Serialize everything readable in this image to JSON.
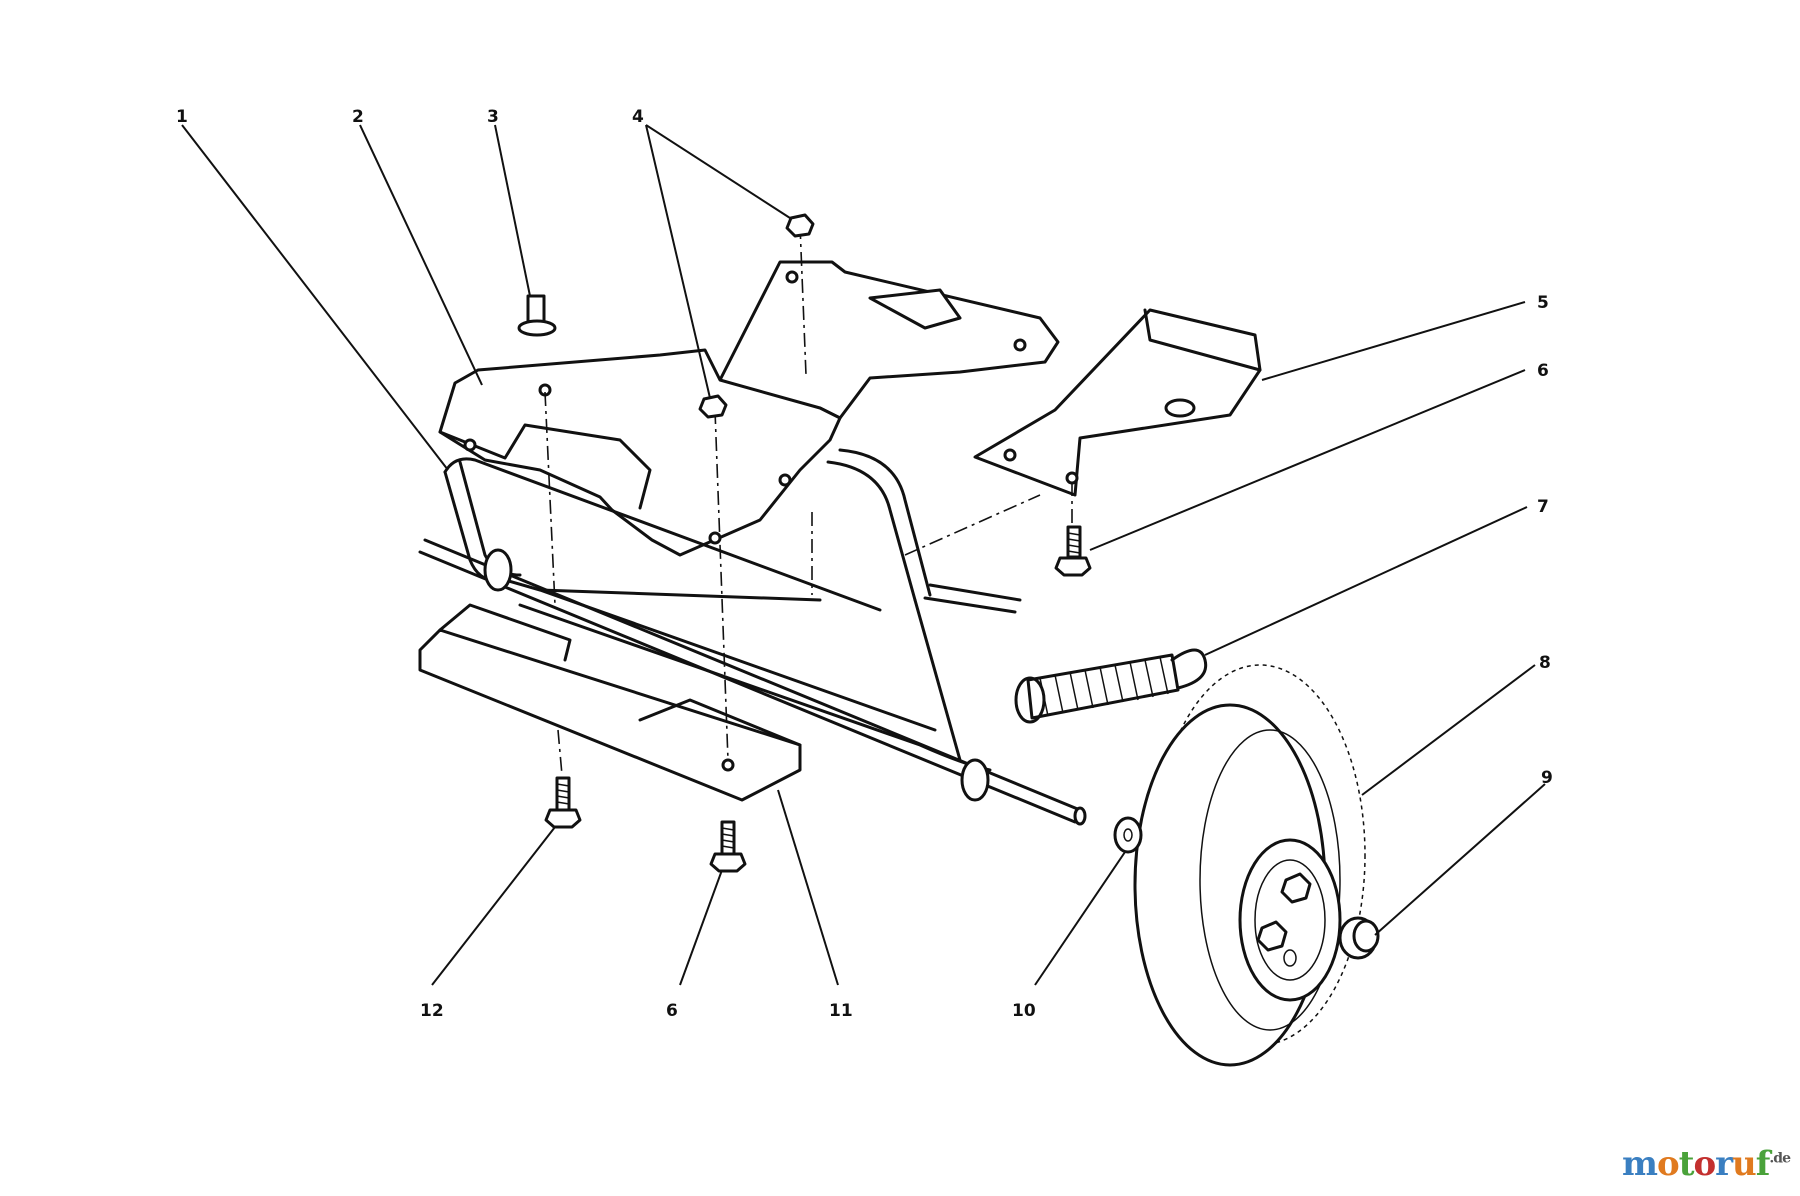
{
  "callouts": [
    "1",
    "2",
    "3",
    "4",
    "5",
    "6",
    "7",
    "8",
    "9",
    "10",
    "11",
    "12",
    "6"
  ],
  "watermark": {
    "text": "motoruf",
    "suffix": ".de",
    "colors": [
      "#3a7fc1",
      "#e07a1f",
      "#4aa23a",
      "#c3302f",
      "#3a7fc1",
      "#e07a1f",
      "#4aa23a"
    ]
  }
}
